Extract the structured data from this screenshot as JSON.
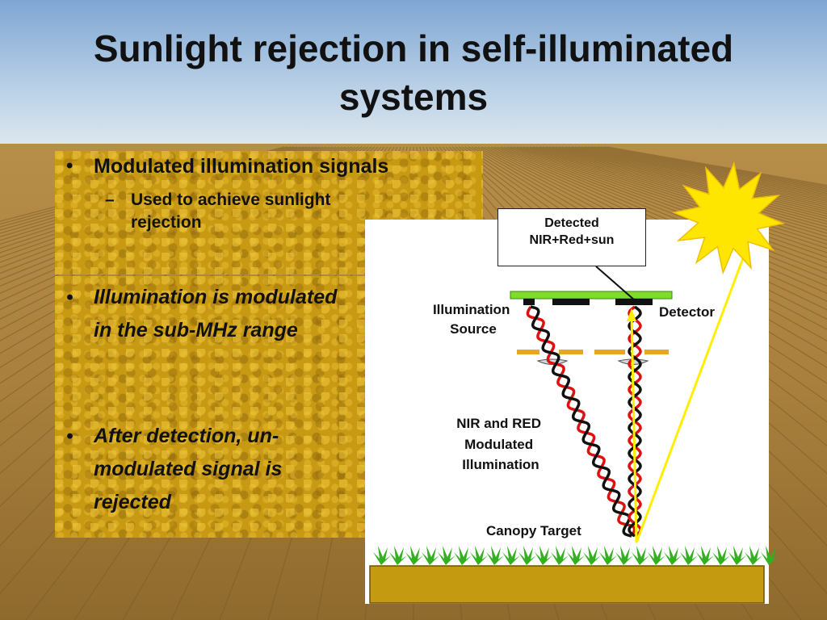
{
  "slide": {
    "title_lines": [
      "Sunlight rejection in self-illuminated",
      "systems"
    ],
    "bullets": {
      "main": "Modulated illumination signals",
      "sub": "Used to achieve sunlight rejection",
      "point_1": "Illumination is modulated in the sub-MHz range",
      "point_2": "After detection, un-modulated signal is rejected"
    },
    "markers": {
      "bullet": "•",
      "dash": "–"
    }
  },
  "diagram": {
    "callout_lines": [
      "Detected",
      "NIR+Red+sun"
    ],
    "illumination_source_lines": [
      "Illumination",
      "Source"
    ],
    "detector": "Detector",
    "modulated_lines": [
      "NIR and RED",
      "Modulated",
      "Illumination"
    ],
    "canopy": "Canopy Target",
    "colors": {
      "nir": "#111111",
      "red": "#e01010",
      "sun_ray": "#ffee00",
      "sun": "#ffe600",
      "sensor_bar": "#7ddc2c",
      "aperture": "#e6a81e",
      "soil": "#c49a10",
      "grass": "#33b020",
      "sky_top": "#8fb2d8",
      "field": "#b8904e"
    },
    "icons": [
      "sun-icon",
      "grass-icon",
      "lens-icon"
    ]
  }
}
